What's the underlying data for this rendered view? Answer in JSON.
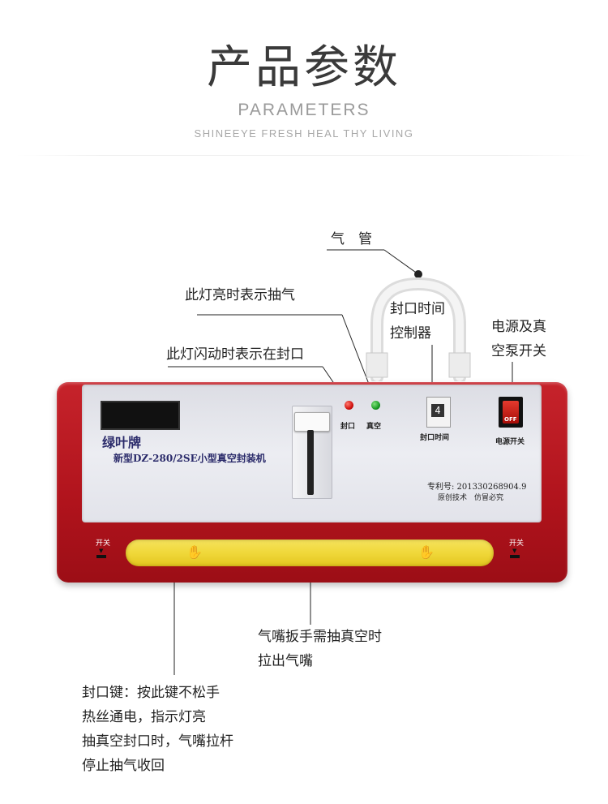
{
  "header": {
    "title": "产品参数",
    "subtitle": "PARAMETERS",
    "slogan": "SHINEEYE FRESH HEAL THY LIVING"
  },
  "callouts": {
    "air_tube": "气　管",
    "vacuum_light": "此灯亮时表示抽气",
    "seal_light": "此灯闪动时表示在封口",
    "seal_timer_line1": "封口时间",
    "seal_timer_line2": "控制器",
    "power_line1": "电源及真",
    "power_line2": "空泵开关",
    "nozzle_line1": "气嘴扳手需抽真空时",
    "nozzle_line2": "拉出气嘴",
    "seal_key_line1": "封口键：按此键不松手",
    "seal_key_line2": "热丝通电，指示灯亮",
    "seal_key_line3": "抽真空封口时，气嘴拉杆",
    "seal_key_line4": "停止抽气收回"
  },
  "machine": {
    "brand": "绿叶牌",
    "model": "新型DZ-280/2SE小型真空封装机",
    "seal_led_label": "封口",
    "vacuum_led_label": "真空",
    "timer_label": "封口时间",
    "timer_value": "4",
    "power_label": "电源开关",
    "power_off": "OFF",
    "patent": "专利号: 201330268904.9",
    "slogan": "原创技术　仿冒必究",
    "left_switch": "开关",
    "right_switch": "开关"
  },
  "colors": {
    "body_red": "#b0131c",
    "panel_grey": "#e6e7ed",
    "seal_bar_yellow": "#f0d83a"
  }
}
